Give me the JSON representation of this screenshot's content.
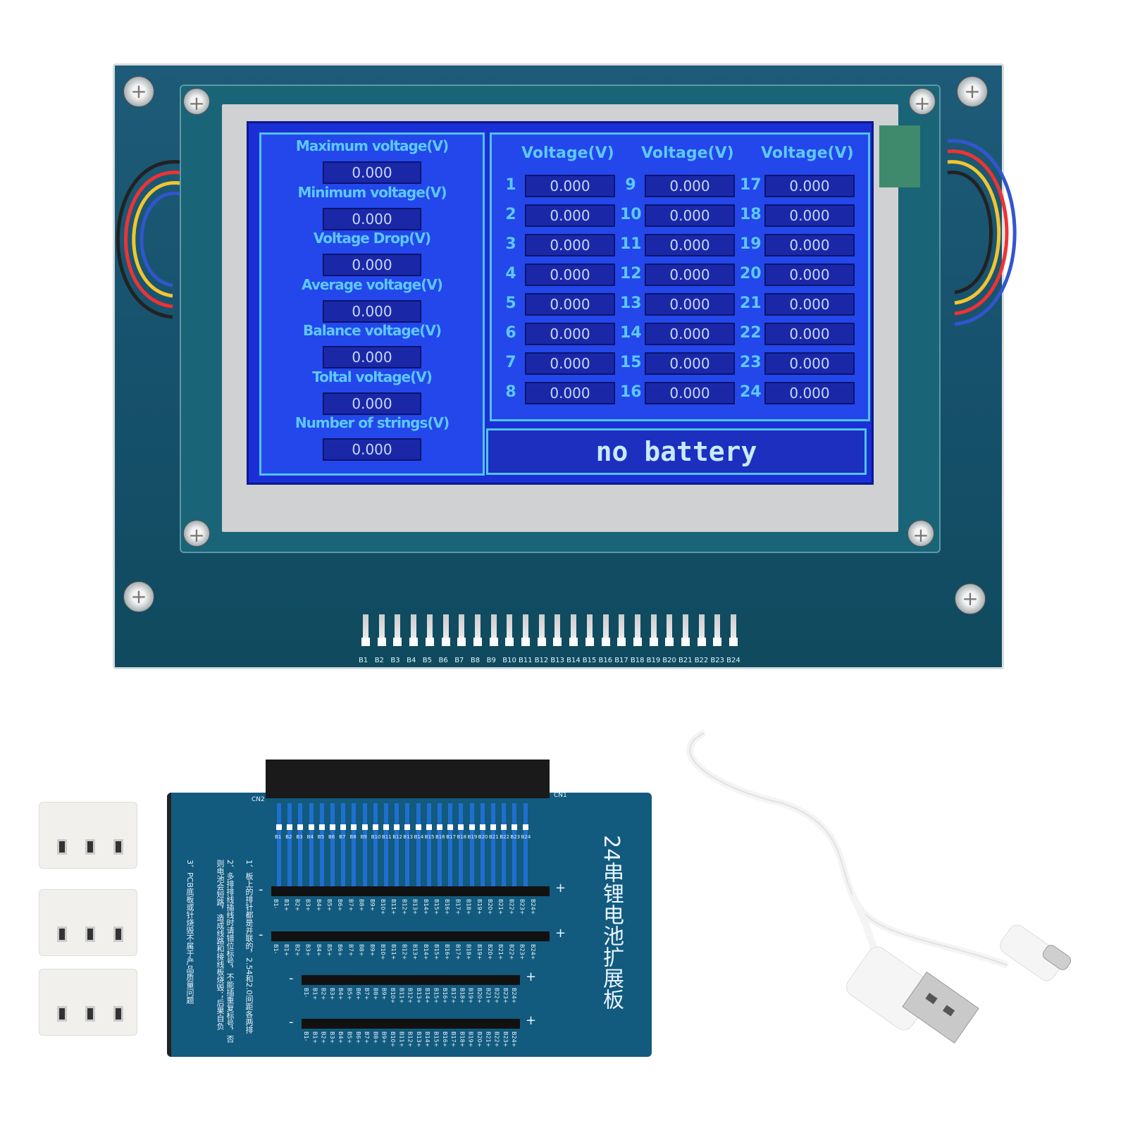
{
  "screen": {
    "left_panel": [
      {
        "label": "Maximum voltage(V)",
        "value": "0.000"
      },
      {
        "label": "Minimum voltage(V)",
        "value": "0.000"
      },
      {
        "label": "Voltage Drop(V)",
        "value": "0.000"
      },
      {
        "label": "Average voltage(V)",
        "value": "0.000"
      },
      {
        "label": "Balance voltage(V)",
        "value": "0.000"
      },
      {
        "label": "Toltal voltage(V)",
        "value": "0.000"
      },
      {
        "label": "Number of strings(V)",
        "value": "0.000"
      }
    ],
    "column_headers": [
      "Voltage(V)",
      "Voltage(V)",
      "Voltage(V)"
    ],
    "cells": [
      {
        "n": "1",
        "v": "0.000"
      },
      {
        "n": "2",
        "v": "0.000"
      },
      {
        "n": "3",
        "v": "0.000"
      },
      {
        "n": "4",
        "v": "0.000"
      },
      {
        "n": "5",
        "v": "0.000"
      },
      {
        "n": "6",
        "v": "0.000"
      },
      {
        "n": "7",
        "v": "0.000"
      },
      {
        "n": "8",
        "v": "0.000"
      },
      {
        "n": "9",
        "v": "0.000"
      },
      {
        "n": "10",
        "v": "0.000"
      },
      {
        "n": "11",
        "v": "0.000"
      },
      {
        "n": "12",
        "v": "0.000"
      },
      {
        "n": "13",
        "v": "0.000"
      },
      {
        "n": "14",
        "v": "0.000"
      },
      {
        "n": "15",
        "v": "0.000"
      },
      {
        "n": "16",
        "v": "0.000"
      },
      {
        "n": "17",
        "v": "0.000"
      },
      {
        "n": "18",
        "v": "0.000"
      },
      {
        "n": "19",
        "v": "0.000"
      },
      {
        "n": "20",
        "v": "0.000"
      },
      {
        "n": "21",
        "v": "0.000"
      },
      {
        "n": "22",
        "v": "0.000"
      },
      {
        "n": "23",
        "v": "0.000"
      },
      {
        "n": "24",
        "v": "0.000"
      }
    ],
    "status": "no battery"
  },
  "device_pin_labels": [
    "B1",
    "B2",
    "B3",
    "B4",
    "B5",
    "B6",
    "B7",
    "B8",
    "B9",
    "B10",
    "B11",
    "B12",
    "B13",
    "B14",
    "B15",
    "B16",
    "B17",
    "B18",
    "B19",
    "B20",
    "B21",
    "B22",
    "B23",
    "B24"
  ],
  "expansion_board": {
    "title": "24串锂电池扩展板",
    "connector_left": "CN2",
    "connector_right": "CN1",
    "notes": [
      "1、板上的排针都是并联的，2.54和2.0间距各两排",
      "2、多排排线插线时请错位标号，不能插重复标号，否则电池会短路，造成线路和接线板烧毁；后果自负",
      "3、PCB底板或针烧毁不属于产品质量问题"
    ],
    "row_labels": [
      "B1-",
      "B1+",
      "B2+",
      "B3+",
      "B4+",
      "B5+",
      "B6+",
      "B7+",
      "B8+",
      "B9+",
      "B10+",
      "B11+",
      "B12+",
      "B13+",
      "B14+",
      "B15+",
      "B16+",
      "B17+",
      "B18+",
      "B19+",
      "B20+",
      "B21+",
      "B22+",
      "B23+",
      "B24+"
    ],
    "minus": "-",
    "plus": "+"
  },
  "colors": {
    "lcd": "#1a2fd6",
    "lcd_text": "#5dc8ff",
    "pcb": "#15506a",
    "board": "#125a7e"
  }
}
